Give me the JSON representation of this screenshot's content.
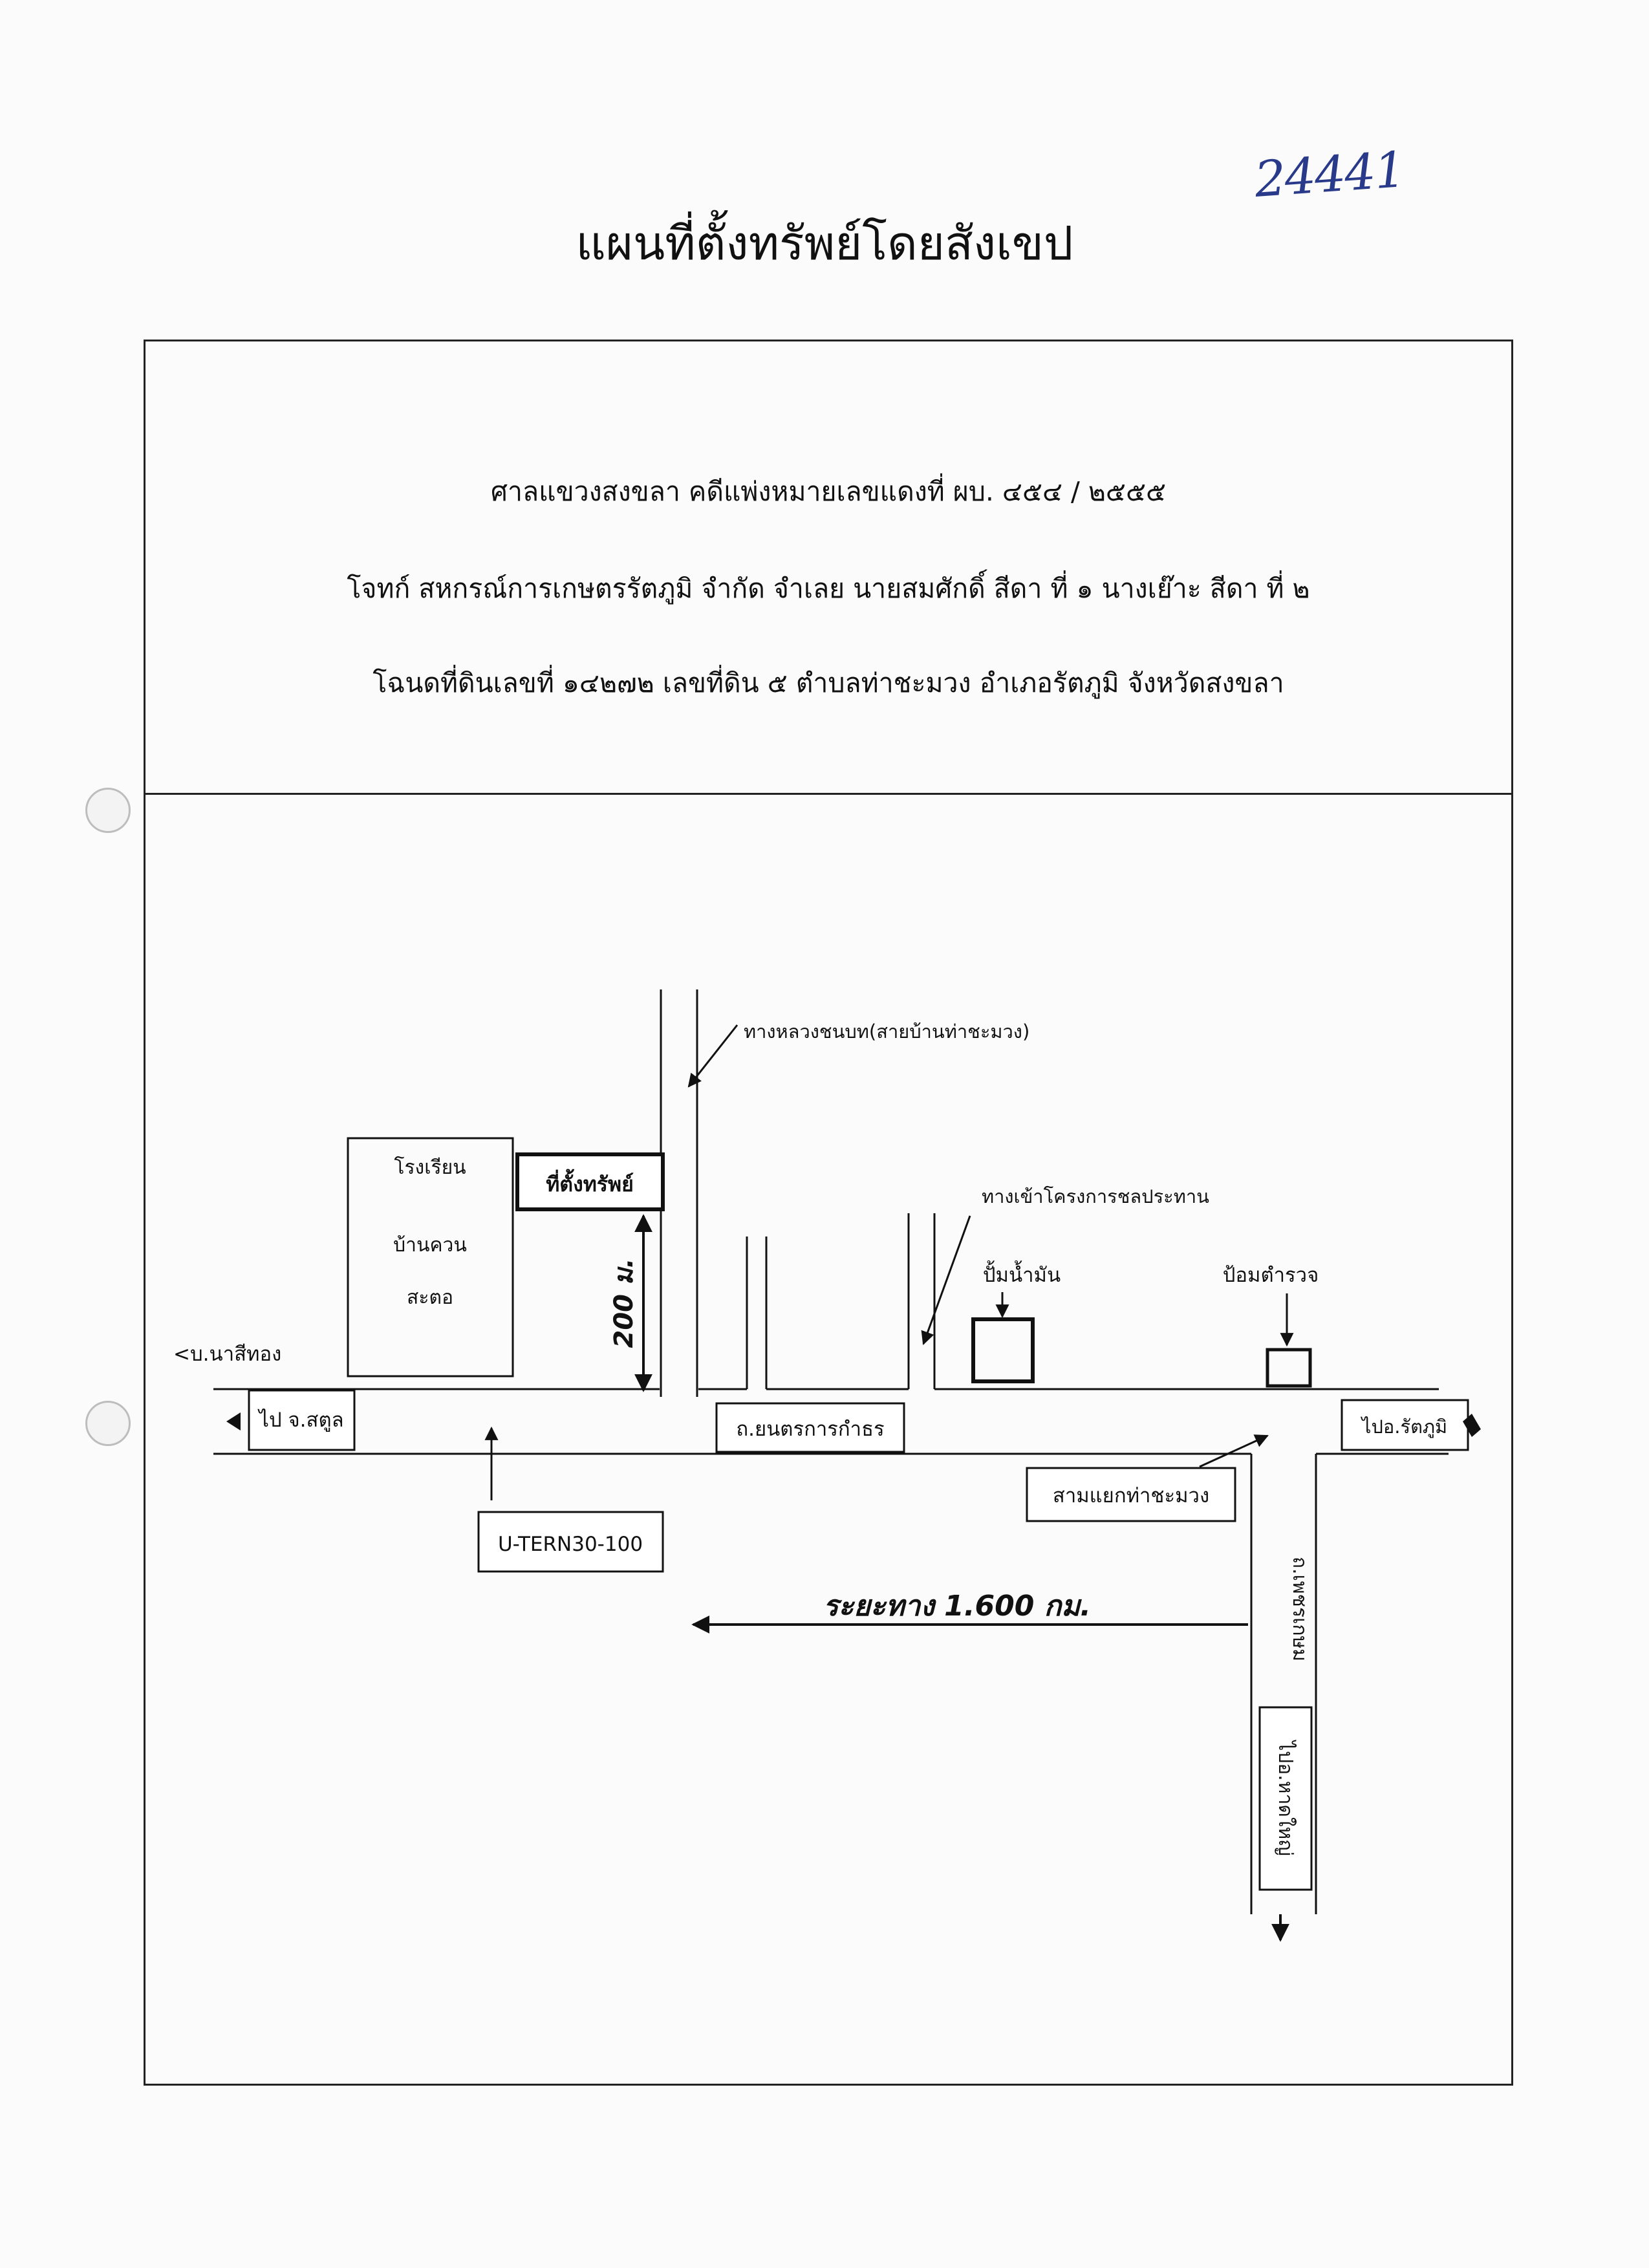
{
  "annotation_number": "24441",
  "title": "แผนที่ตั้งทรัพย์โดยสังเขป",
  "header": {
    "line1": "ศาลแขวงสงขลา   คดีแพ่งหมายเลขแดงที่ ผบ. ๔๕๔ / ๒๕๕๕",
    "line2": "โจทก์  สหกรณ์การเกษตรรัตภูมิ จำกัด   จำเลย นายสมศักดิ์  สีดา ที่ ๑  นางเย๊าะ  สีดา ที่ ๒",
    "line3": "โฉนดที่ดินเลขที่   ๑๔๒๗๒ เลขที่ดิน  ๕   ตำบลท่าชะมวง  อำเภอรัตภูมิ  จังหวัดสงขลา"
  },
  "map": {
    "rural_road": "ทางหลวงชนบท(สายบ้านท่าชะมวง)",
    "school_line1": "โรงเรียน",
    "school_line2": "บ้านควน",
    "school_line3": "สะตอ",
    "property": "ที่ตั้งทรัพย์",
    "distance_200": "200 ม.",
    "irrigation_road": "ทางเข้าโครงการชลประทาน",
    "gas_station": "ปั้มน้ำมัน",
    "police_booth": "ป้อมตำรวจ",
    "to_na_si_thong": "<บ.นาสีทอง",
    "to_satun": "ไป จ.สตูล",
    "main_road": "ถ.ยนตรการกำธร",
    "to_rattaphum": "ไปอ.รัตภูมิ",
    "intersection": "สามแยกท่าชะมวง",
    "u_turn": "U-TERN30-100",
    "distance_total": "ระยะทาง  1.600 กม.",
    "phetkasem_road": "ถ.เพชรเกษม",
    "to_hat_yai": "ไปอ.หาดใหญ่"
  }
}
